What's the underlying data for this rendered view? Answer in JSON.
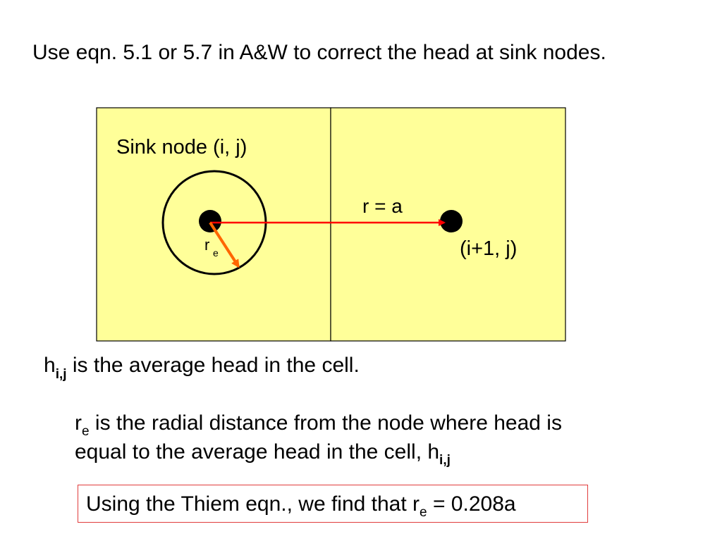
{
  "title": "Use eqn. 5.1 or 5.7 in A&W to correct the head at sink nodes.",
  "diagram": {
    "sink_label": "Sink node (i, j)",
    "distance_label": "r = a",
    "neighbor_label": "(i+1, j)",
    "radius_label_base": "r",
    "radius_label_sub": "e",
    "colors": {
      "cell_fill": "#ffff99",
      "arrow_red": "#ff0000",
      "arrow_orange": "#ff6600",
      "outline": "#000000"
    }
  },
  "line1": {
    "h": "h",
    "h_sub": "i,j",
    "text": " is the average head in the cell."
  },
  "para": {
    "r": "r",
    "r_sub": "e",
    "text1": " is the radial distance from the node where head is",
    "text2": "equal to the average head in the cell, h",
    "h_sub": "i,j"
  },
  "result": {
    "text_before": "Using the Thiem eqn., we find that r",
    "sub": "e",
    "text_after": " = 0.208a",
    "border_color": "#e03c3c"
  }
}
